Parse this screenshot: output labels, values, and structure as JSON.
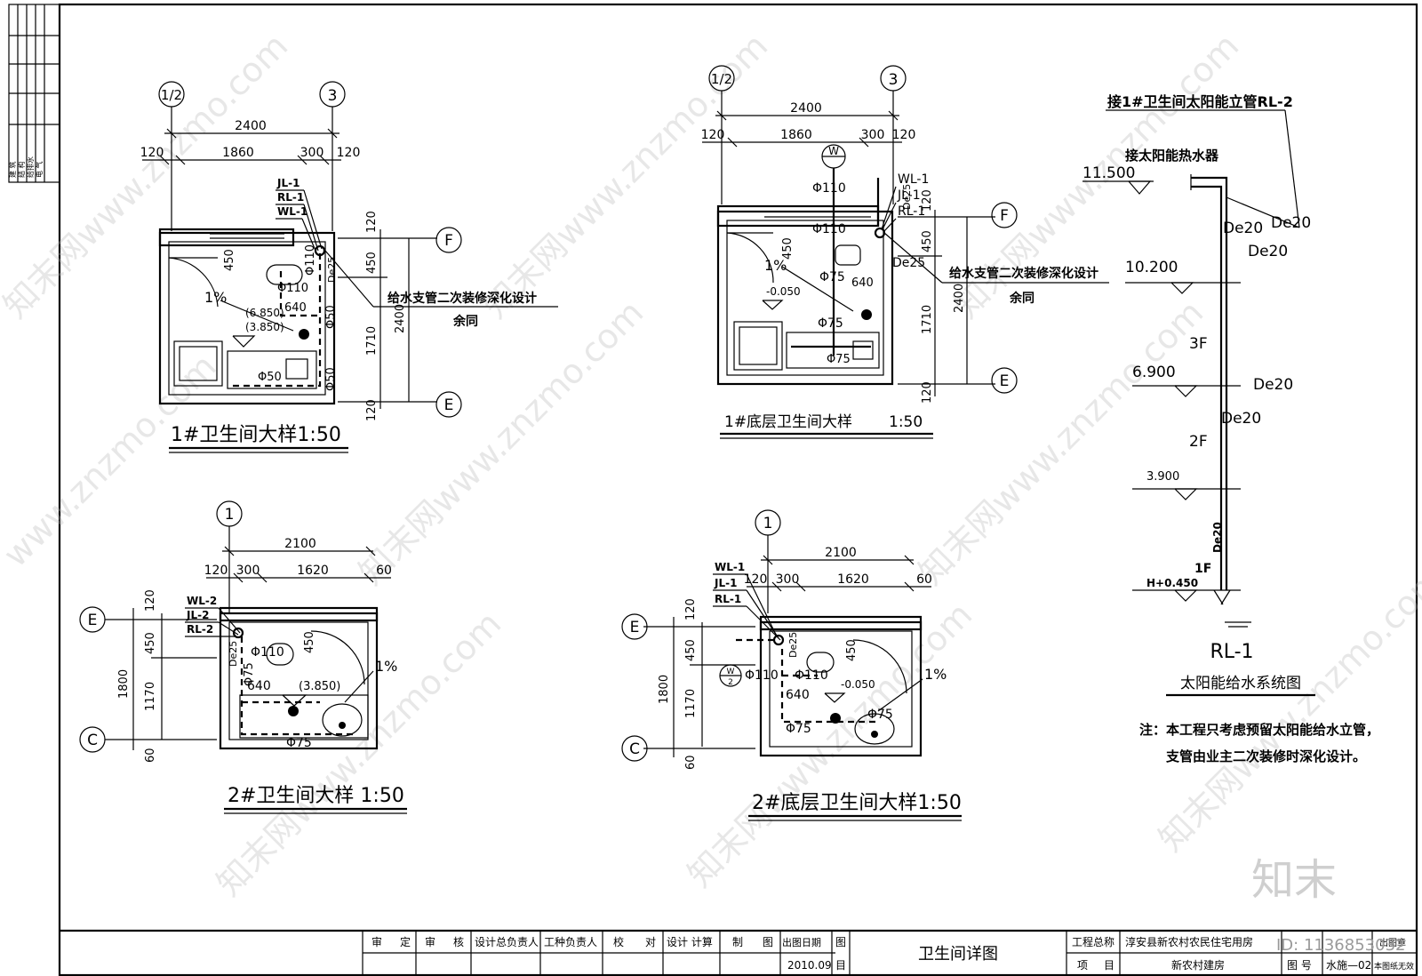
{
  "sheet": {
    "left_strip": [
      "建 筑",
      "结 构",
      "给排水",
      "电 气"
    ],
    "title_block": {
      "cells_top": [
        "审",
        "定",
        "审",
        "核",
        "设计总负责人",
        "工种负责人",
        "校",
        "对",
        "设计 计算",
        "制",
        "图",
        "出图日期",
        "图"
      ],
      "date": "2010.09",
      "mu": "目",
      "drawing_title": "卫生间详图",
      "project_total_label": "工程总称",
      "project_total_value": "淳安县新农村农民住宅用房",
      "item_label": "项",
      "item_label2": "目",
      "item_value": "新农村建房",
      "drawing_no_label": "图 号",
      "drawing_no_value": "水施—02",
      "stamp_label": "出图章",
      "stamp_note": "本图纸无效"
    },
    "watermark_id": "ID: 1136853032",
    "logo_text": "知末"
  },
  "plan1": {
    "title": "1#卫生间大样1:50",
    "axis_left": "1/2",
    "axis_right": "3",
    "axis_top_row": "F",
    "axis_bottom_row": "E",
    "dims_top": [
      "2400",
      "120",
      "1860",
      "300",
      "120"
    ],
    "dims_right": [
      "120",
      "450",
      "1710",
      "2400",
      "120"
    ],
    "pipes": [
      "JL-1",
      "RL-1",
      "WL-1"
    ],
    "labels": [
      "450",
      "Φ110",
      "Φ110",
      "De25",
      "640",
      "Φ50",
      "Φ50",
      "Φ50",
      "1%",
      "(6.850)",
      "(3.850)"
    ],
    "note_line1": "给水支管二次装修深化设计",
    "note_line2": "余同"
  },
  "plan2": {
    "title": "1#底层卫生间大样",
    "scale": "1:50",
    "axis_left": "1/2",
    "axis_right": "3",
    "axis_top_row": "F",
    "axis_bottom_row": "E",
    "dims_top": [
      "2400",
      "120",
      "1860",
      "300",
      "120"
    ],
    "dims_right": [
      "120",
      "450",
      "1710",
      "2400",
      "120"
    ],
    "pipes": [
      "WL-1",
      "JL-1",
      "RL-1"
    ],
    "wl_bubble": "W",
    "labels": [
      "Φ110",
      "Φ110",
      "450",
      "1%",
      "Φ75",
      "640",
      "-0.050",
      "Φ75",
      "Φ75",
      "De25",
      "De25"
    ],
    "note_line1": "给水支管二次装修深化设计",
    "note_line2": "余同"
  },
  "plan3": {
    "title": "2#卫生间大样 1:50",
    "axis_top": "1",
    "axis_top_row": "E",
    "axis_bottom_row": "C",
    "dims_top": [
      "2100",
      "120",
      "300",
      "1620",
      "60"
    ],
    "dims_left": [
      "120",
      "450",
      "1800",
      "1170",
      "60"
    ],
    "pipes": [
      "WL-2",
      "JL-2",
      "RL-2"
    ],
    "labels": [
      "Φ110",
      "450",
      "De25",
      "Φ75",
      "640",
      "(3.850)",
      "1%",
      "Φ75"
    ]
  },
  "plan4": {
    "title": "2#底层卫生间大样1:50",
    "axis_top": "1",
    "axis_top_row": "E",
    "axis_bottom_row": "C",
    "dims_top": [
      "2100",
      "120",
      "300",
      "1620",
      "60"
    ],
    "dims_left": [
      "120",
      "450",
      "1800",
      "1170",
      "60"
    ],
    "pipes": [
      "WL-1",
      "JL-1",
      "RL-1"
    ],
    "w_bubble_top": "W",
    "w_bubble_bottom": "2",
    "labels": [
      "Φ110",
      "Φ110",
      "450",
      "640",
      "-0.050",
      "1%",
      "Φ75",
      "Φ75",
      "De25"
    ]
  },
  "riser": {
    "top_note": "接1#卫生间太阳能立管RL-2",
    "heater_note": "接太阳能热水器",
    "levels": [
      "11.500",
      "10.200",
      "6.900",
      "3.900",
      "H+0.450"
    ],
    "floors": [
      "3F",
      "2F",
      "1F"
    ],
    "sizes": [
      "De20",
      "De20",
      "De20",
      "De20",
      "De20",
      "De20"
    ],
    "title": "RL-1",
    "subtitle": "太阳能给水系统图",
    "note_line1": "注：本工程只考虑预留太阳能给水立管，",
    "note_line2": "支管由业主二次装修时深化设计。"
  }
}
